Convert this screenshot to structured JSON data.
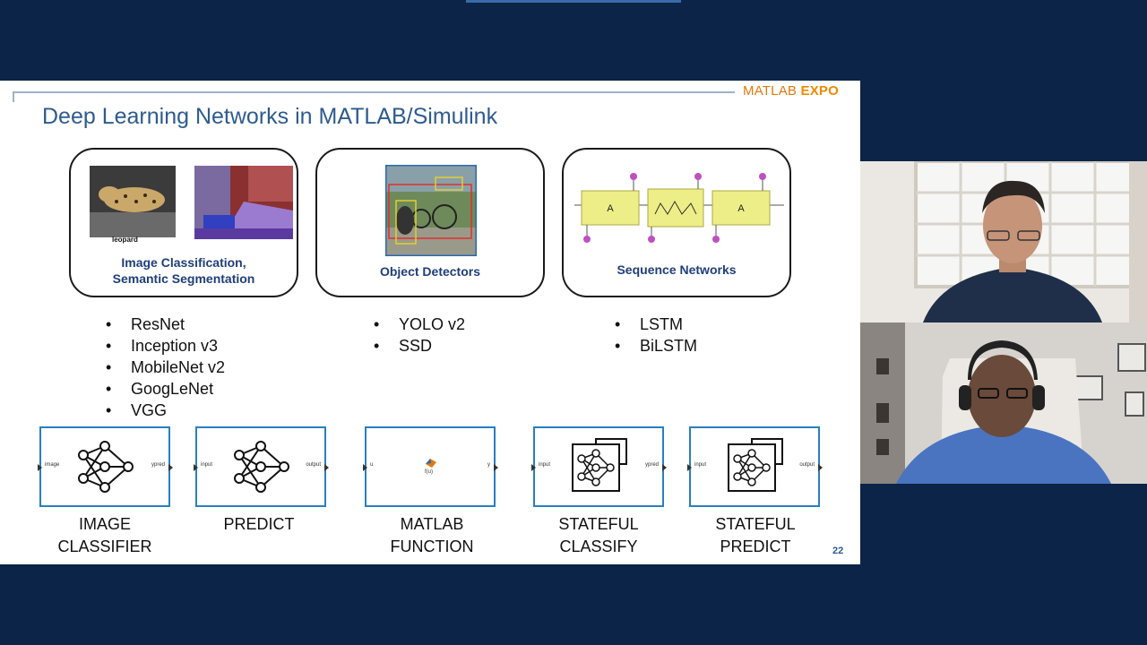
{
  "slide": {
    "logo_matlab": "MATLAB",
    "logo_expo": "EXPO",
    "title": "Deep Learning Networks in MATLAB/Simulink",
    "page_number": "22",
    "categories": [
      {
        "label_line1": "Image Classification,",
        "label_line2": "Semantic Segmentation",
        "image_caption": "leopard"
      },
      {
        "label_line1": "Object Detectors",
        "label_line2": ""
      },
      {
        "label_line1": "Sequence Networks",
        "label_line2": "",
        "cell_label": "A"
      }
    ],
    "bullets_classification": [
      "ResNet",
      "Inception v3",
      "MobileNet v2",
      "GoogLeNet",
      "VGG"
    ],
    "bullets_detectors": [
      "YOLO v2",
      "SSD"
    ],
    "bullets_sequence": [
      "LSTM",
      "BiLSTM"
    ],
    "blocks": [
      {
        "line1": "IMAGE",
        "line2": "CLASSIFIER",
        "port_in": "image",
        "port_out": "ypred"
      },
      {
        "line1": "PREDICT",
        "line2": "",
        "port_in": "input",
        "port_out": "output"
      },
      {
        "line1": "MATLAB",
        "line2": "FUNCTION",
        "port_in": "u",
        "port_out": "y",
        "inner": "f(u)"
      },
      {
        "line1": "STATEFUL",
        "line2": "CLASSIFY",
        "port_in": "input",
        "port_out": "ypred"
      },
      {
        "line1": "STATEFUL",
        "line2": "PREDICT",
        "port_in": "input",
        "port_out": "output"
      }
    ]
  },
  "colors": {
    "background": "#0b2447",
    "title": "#2e5b8f",
    "block_border": "#2a7fbf",
    "logo": "#e07a10"
  }
}
